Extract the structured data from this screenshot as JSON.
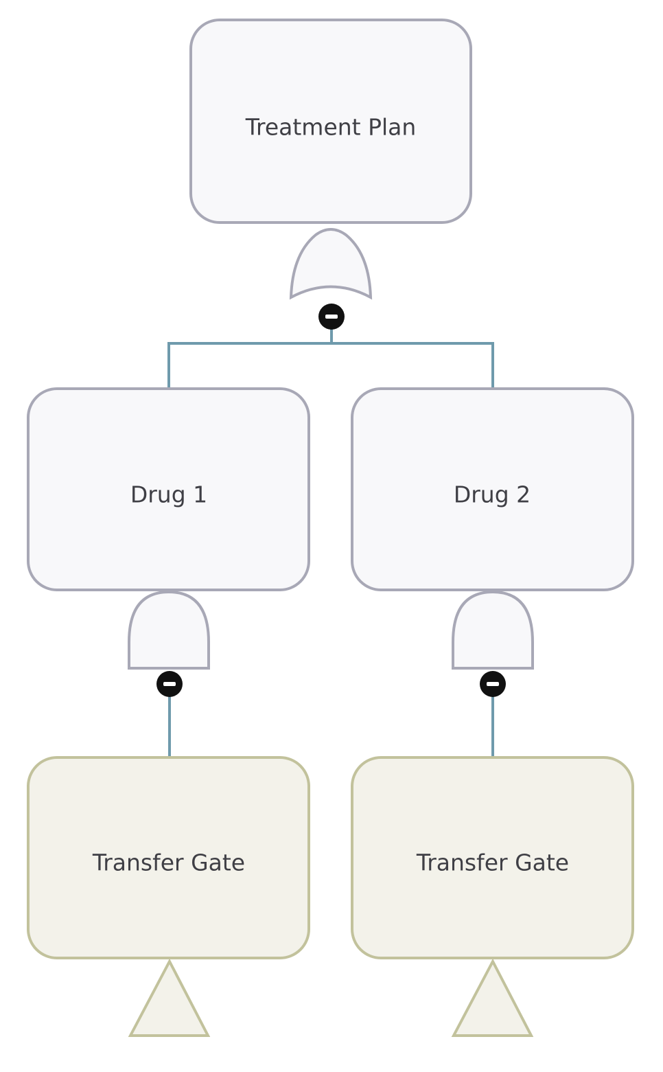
{
  "diagram": {
    "type": "fault-tree",
    "colors": {
      "event_fill": "#f8f8fa",
      "event_stroke": "#a8a8b6",
      "gate_fill": "#f8f8fa",
      "gate_stroke": "#a8a8b6",
      "transfer_fill": "#f3f2ea",
      "transfer_stroke": "#c2c29c",
      "connector": "#6f9aac",
      "collapse_handle": "#111111",
      "label_text": "#3f3f45"
    },
    "nodes": {
      "top": {
        "label": "Treatment Plan",
        "kind": "event",
        "gate": "or-gate"
      },
      "drug1": {
        "label": "Drug 1",
        "kind": "event",
        "gate": "and-gate"
      },
      "drug2": {
        "label": "Drug 2",
        "kind": "event",
        "gate": "and-gate"
      },
      "transfer1": {
        "label": "Transfer Gate",
        "kind": "transfer",
        "symbol": "transfer-triangle"
      },
      "transfer2": {
        "label": "Transfer Gate",
        "kind": "transfer",
        "symbol": "transfer-triangle"
      }
    }
  }
}
